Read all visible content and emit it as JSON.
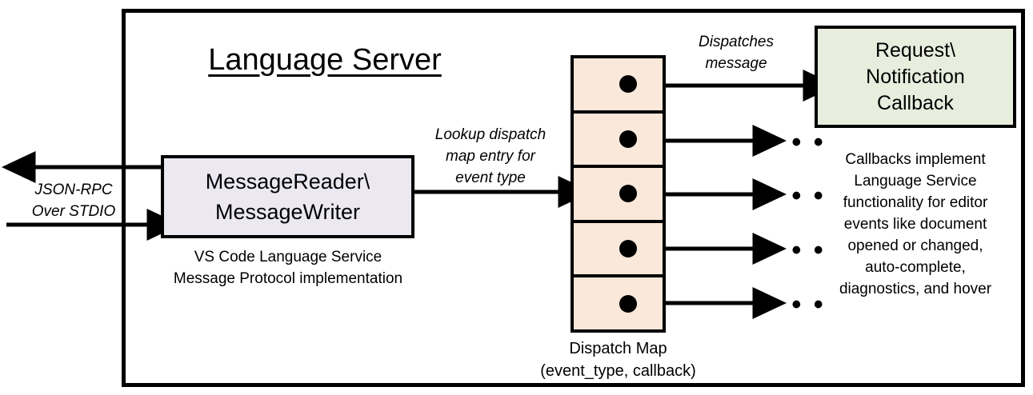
{
  "frame": {
    "title": "Language Server"
  },
  "left": {
    "io_label": "JSON-RPC\nOver STDIO",
    "box_title": "MessageReader\\\nMessageWriter",
    "box_caption": "VS Code Language Service\nMessage Protocol implementation"
  },
  "middle": {
    "lookup_label": "Lookup dispatch\nmap entry for\nevent type",
    "dispatch_label": "Dispatches\nmessage",
    "table_caption": "Dispatch Map\n(event_type, callback)",
    "rows": [
      {
        "id": "row-1"
      },
      {
        "id": "row-2"
      },
      {
        "id": "row-3"
      },
      {
        "id": "row-4"
      },
      {
        "id": "row-5"
      }
    ],
    "ellipsis": "• • •"
  },
  "right": {
    "box_title": "Request\\\nNotification\nCallback",
    "caption": "Callbacks implement\nLanguage Service\nfunctionality for editor\nevents like document\nopened or changed,\nauto-complete,\ndiagnostics, and hover"
  },
  "colors": {
    "reader_box_fill": "#ebe8f2",
    "dispatch_table_fill": "#fae8da",
    "callback_box_fill": "#e8eede",
    "stroke": "#000000",
    "background": "#ffffff"
  }
}
